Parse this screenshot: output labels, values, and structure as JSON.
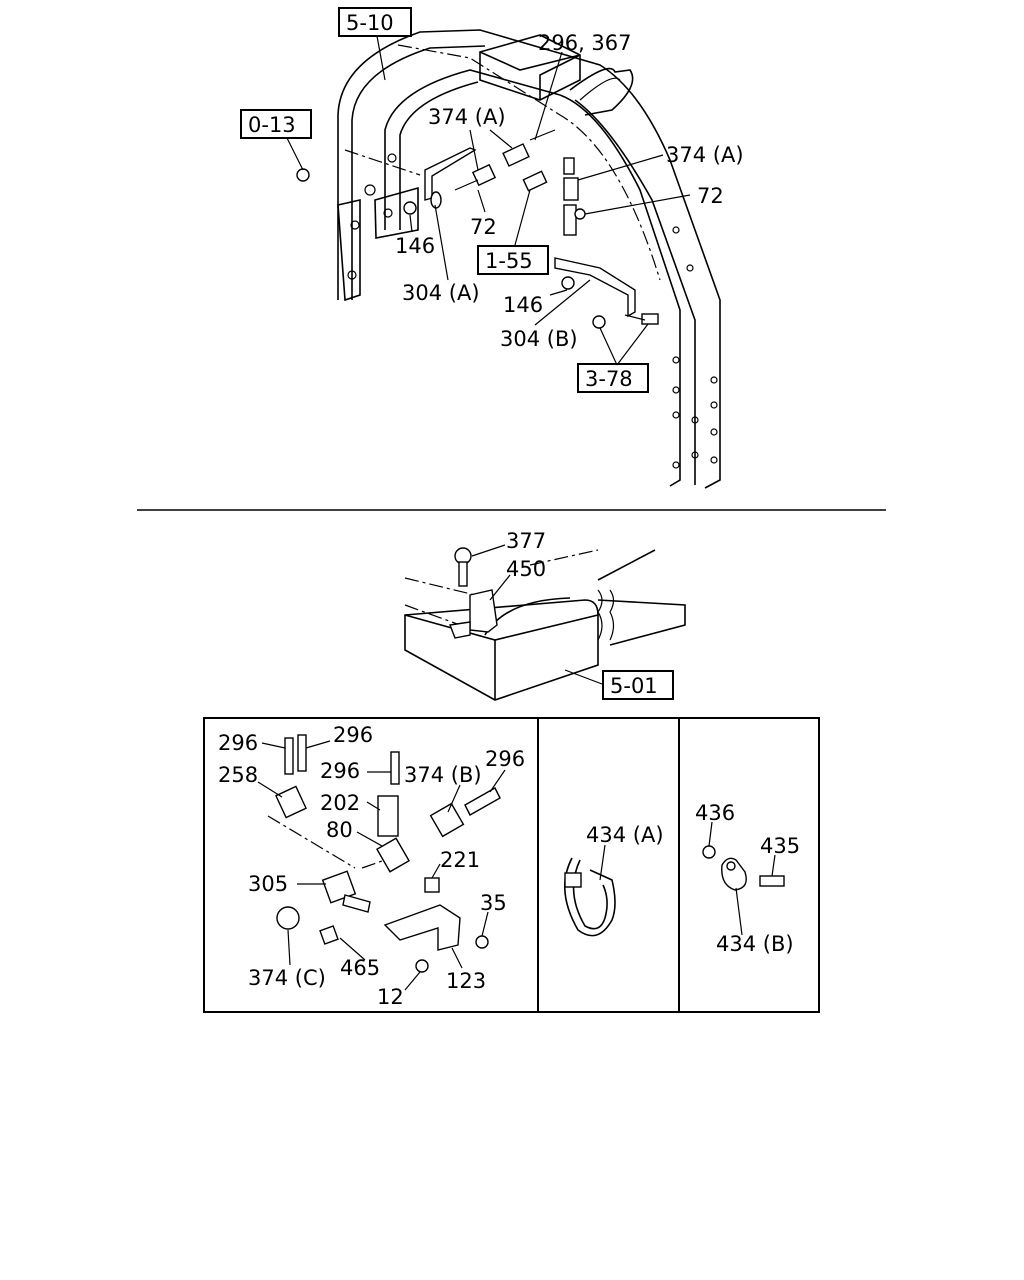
{
  "upper": {
    "ref_5_10": "5-10",
    "ref_0_13": "0-13",
    "ref_1_55": "1-55",
    "ref_3_78": "3-78",
    "label_296_367": "296, 367",
    "label_374a_1": "374 (A)",
    "label_374a_2": "374 (A)",
    "label_72_1": "72",
    "label_72_2": "72",
    "label_146_1": "146",
    "label_146_2": "146",
    "label_304a": "304 (A)",
    "label_304b": "304 (B)"
  },
  "middle": {
    "label_377": "377",
    "label_450": "450",
    "ref_5_01": "5-01"
  },
  "detail_left": {
    "label_296_a": "296",
    "label_296_b": "296",
    "label_296_c": "296",
    "label_296_d": "296",
    "label_258": "258",
    "label_374b": "374 (B)",
    "label_202": "202",
    "label_80": "80",
    "label_221": "221",
    "label_305": "305",
    "label_35": "35",
    "label_374c": "374 (C)",
    "label_465": "465",
    "label_123": "123",
    "label_12": "12"
  },
  "detail_middle": {
    "label_434a": "434 (A)"
  },
  "detail_right": {
    "label_436": "436",
    "label_435": "435",
    "label_434b": "434 (B)"
  }
}
